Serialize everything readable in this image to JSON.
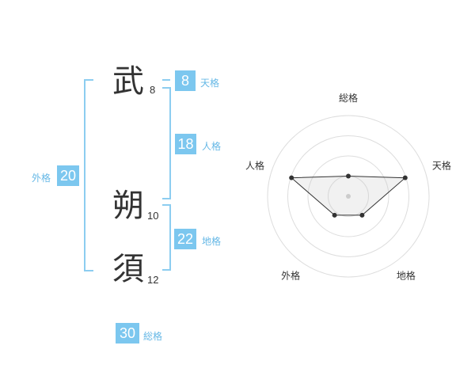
{
  "name": {
    "chars": [
      {
        "char": "武",
        "strokes": "8"
      },
      {
        "char": "朔",
        "strokes": "10"
      },
      {
        "char": "須",
        "strokes": "12"
      }
    ]
  },
  "kaku": {
    "tenkaku": {
      "label": "天格",
      "value": "8"
    },
    "jinkaku": {
      "label": "人格",
      "value": "18"
    },
    "chikaku": {
      "label": "地格",
      "value": "22"
    },
    "gaikaku": {
      "label": "外格",
      "value": "20"
    },
    "soukaku": {
      "label": "総格",
      "value": "30"
    }
  },
  "colors": {
    "accent": "#7cc7ef",
    "bracket": "#8ccdf0",
    "label": "#66b8e6",
    "text": "#333333"
  },
  "chart_data": {
    "type": "radar",
    "axes": [
      "総格",
      "天格",
      "地格",
      "外格",
      "人格"
    ],
    "values": [
      0.25,
      0.74,
      0.29,
      0.29,
      0.74
    ],
    "range": [
      0,
      1
    ],
    "rings": 4,
    "grid": true
  }
}
